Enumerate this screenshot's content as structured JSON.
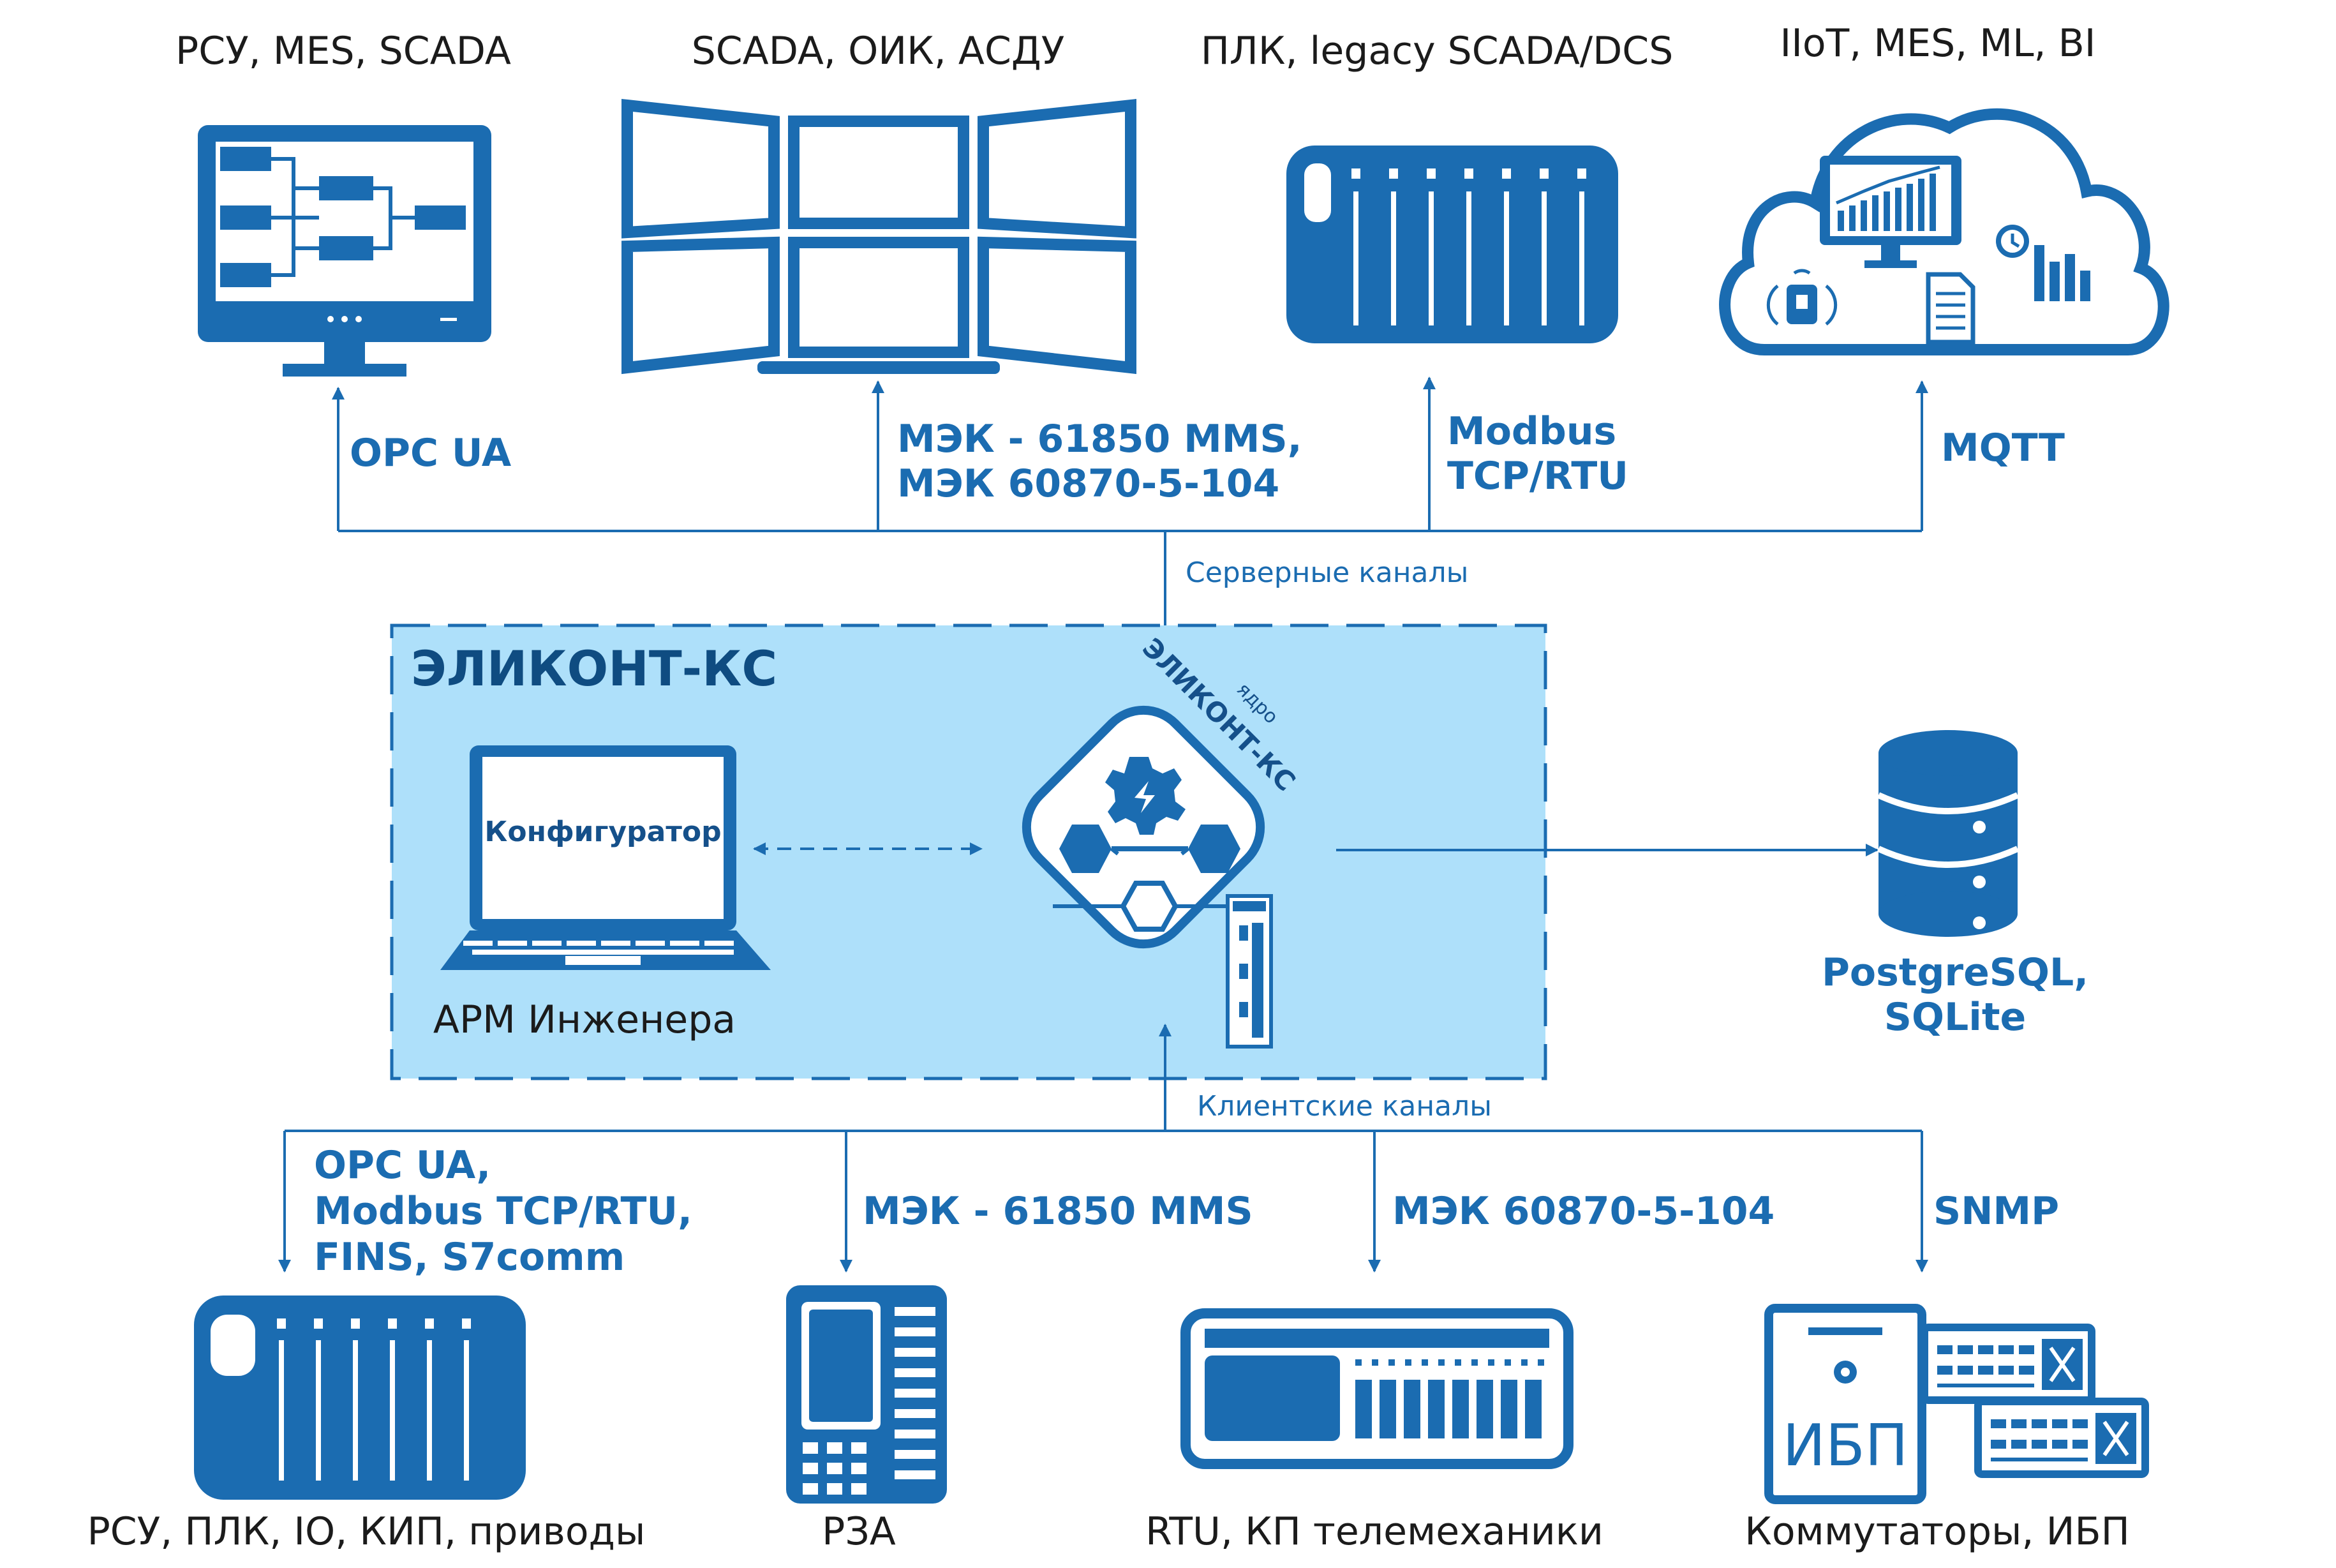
{
  "colors": {
    "accent": "#1b6cb1",
    "panel": "#aee0fa",
    "dark": "#0f4c81"
  },
  "top": {
    "d1": {
      "label": "РСУ, MES, SCADA",
      "proto": [
        "OPC UA"
      ],
      "icon": "monitor-icon"
    },
    "d2": {
      "label": "SCADA, ОИК, АСДУ",
      "proto": [
        "МЭК - 61850 MMS,",
        "МЭК 60870-5-104"
      ],
      "icon": "video-wall-icon"
    },
    "d3": {
      "label": "ПЛК, legacy SCADA/DCS",
      "proto": [
        "Modbus",
        "TCP/RTU"
      ],
      "icon": "plc-rack-icon"
    },
    "d4": {
      "label": "IIoT, MES, ML, BI",
      "proto": [
        "MQTT"
      ],
      "icon": "cloud-icon"
    }
  },
  "server_channels": "Серверные каналы",
  "client_channels": "Клиентские каналы",
  "system": {
    "title": "ЭЛИКОНТ-КС",
    "workstation": {
      "screen": "Конфигуратор",
      "label": "АРМ Инженера",
      "icon": "laptop-icon"
    },
    "core": {
      "small": "ядро",
      "name": "ЭЛИКОНТ-КС",
      "icon": "core-hexagon-icon"
    }
  },
  "database": {
    "line1": "PostgreSQL,",
    "line2": "SQLite",
    "icon": "database-icon"
  },
  "bottom": {
    "d1": {
      "label": "РСУ, ПЛК, IO, КИП, приводы",
      "proto": [
        "OPC UA,",
        "Modbus TCP/RTU,",
        "FINS,  S7comm"
      ],
      "icon": "plc-rack-icon"
    },
    "d2": {
      "label": "РЗА",
      "proto": [
        "МЭК - 61850 MMS"
      ],
      "icon": "relay-protection-icon"
    },
    "d3": {
      "label": "RTU, КП телемеханики",
      "proto": [
        "МЭК 60870-5-104"
      ],
      "icon": "rtu-icon"
    },
    "d4": {
      "label": "Коммутаторы, ИБП",
      "proto": [
        "SNMP"
      ],
      "icon": "ups-switch-icon",
      "ups_text": "ИБП"
    }
  }
}
